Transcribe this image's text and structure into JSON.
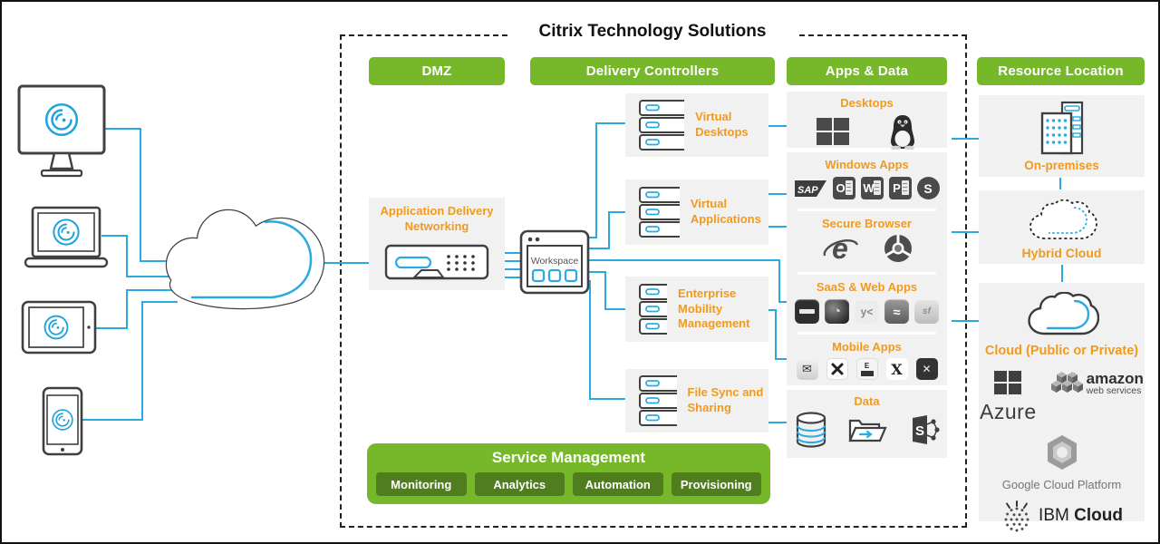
{
  "title": "Citrix Technology Solutions",
  "headers": {
    "dmz": "DMZ",
    "delivery": "Delivery Controllers",
    "apps": "Apps & Data",
    "resource": "Resource Location"
  },
  "dmz": {
    "adn_label": "Application Delivery Networking"
  },
  "delivery": {
    "workspace_label": "Workspace",
    "nodes": [
      {
        "label": "Virtual Desktops"
      },
      {
        "label": "Virtual Applications"
      },
      {
        "label": "Enterprise Mobility Management"
      },
      {
        "label": "File Sync and Sharing"
      }
    ]
  },
  "apps": {
    "rows": [
      {
        "title": "Desktops"
      },
      {
        "title": "Windows Apps"
      },
      {
        "title": "Secure Browser"
      },
      {
        "title": "SaaS & Web Apps"
      },
      {
        "title": "Mobile Apps"
      },
      {
        "title": "Data"
      }
    ],
    "glyphs": {
      "sap": "SAP",
      "outlook": "O",
      "word": "W",
      "powerpoint": "P",
      "skype": "S",
      "ie": "e",
      "yammer": "y<",
      "envelope": "✉",
      "travel": "E",
      "x_serif": "X",
      "x_dark": "✕",
      "sharepoint": "S"
    }
  },
  "resource": {
    "nodes": [
      {
        "label": "On-premises"
      },
      {
        "label": "Hybrid Cloud"
      },
      {
        "label": "Cloud (Public or Private)"
      }
    ],
    "providers": {
      "azure": "Azure",
      "aws_line1": "amazon",
      "aws_line2": "web services",
      "gcp": "Google Cloud Platform",
      "ibm_1": "IBM",
      "ibm_2": "Cloud"
    }
  },
  "service_management": {
    "title": "Service Management",
    "buttons": [
      {
        "label": "Monitoring"
      },
      {
        "label": "Analytics"
      },
      {
        "label": "Automation"
      },
      {
        "label": "Provisioning"
      }
    ]
  },
  "colors": {
    "green": "#76b82a",
    "green_dark": "#507d1e",
    "orange": "#f09a1e",
    "blue": "#29abe2",
    "outline": "#404040",
    "panel": "#f1f1f1"
  }
}
